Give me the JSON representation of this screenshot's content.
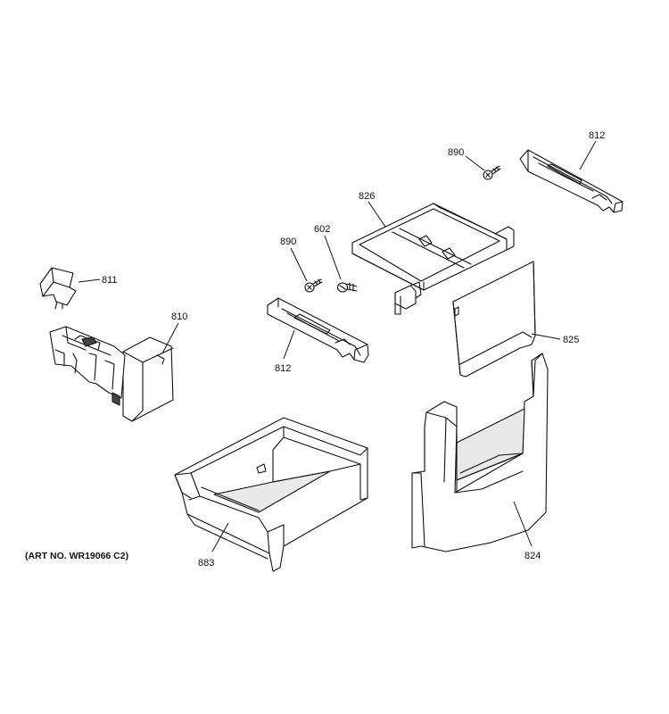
{
  "callouts": {
    "c812_top": "812",
    "c890_top": "890",
    "c826": "826",
    "c890_mid": "890",
    "c602": "602",
    "c811": "811",
    "c810": "810",
    "c812_mid": "812",
    "c825": "825",
    "c883": "883",
    "c824": "824"
  },
  "art_number": "(ART NO. WR19066 C2)",
  "colors": {
    "line": "#111111",
    "background": "#ffffff"
  }
}
